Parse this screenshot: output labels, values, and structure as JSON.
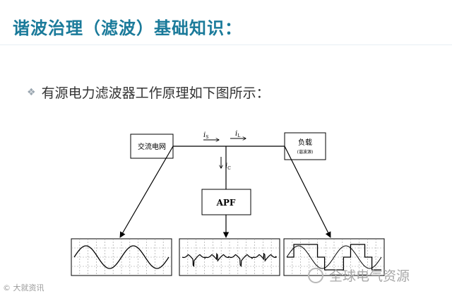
{
  "title": "谐波治理（滤波）基础知识：",
  "bullet": {
    "icon": "diamond-bullet-icon",
    "text": "有源电力滤波器工作原理如下图所示："
  },
  "diagram": {
    "source_label": "交流电网",
    "load_label": "负载",
    "load_sublabel": "(谐波源)",
    "apf_label": "APF",
    "current_s_main": "i",
    "current_s_sub": "S",
    "current_l_main": "i",
    "current_l_sub": "L",
    "current_c_main": "i",
    "current_c_sub": "C",
    "waveforms": [
      "sine",
      "sawtooth-compensation",
      "square-harmonic"
    ]
  },
  "watermarks": {
    "left": "© 大就资讯",
    "right": "全球电气资源"
  },
  "colors": {
    "title": "#1a7a9a",
    "line": "#000000",
    "grid": "#999999"
  }
}
